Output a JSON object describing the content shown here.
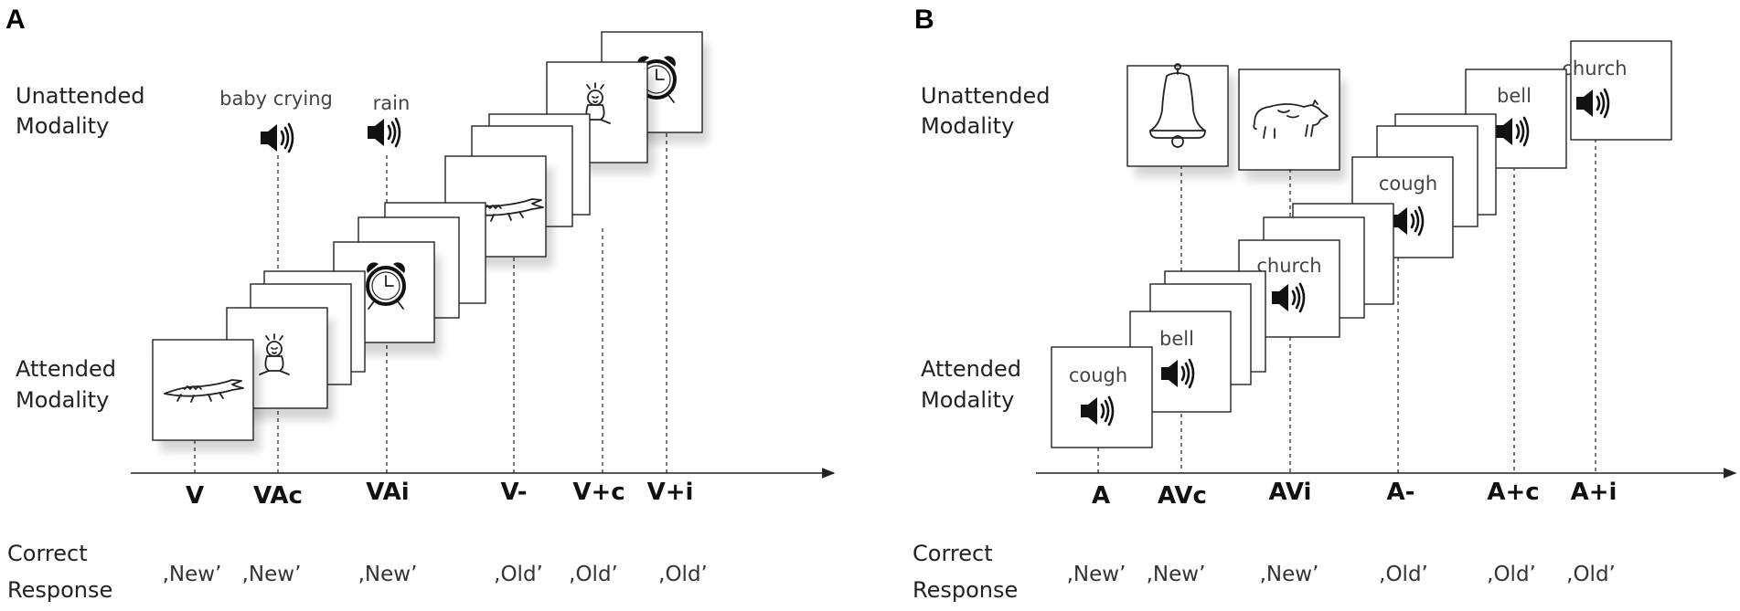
{
  "panels": [
    {
      "letter": "A",
      "unattended_label": [
        "Unattended",
        "Modality"
      ],
      "attended_label": [
        "Attended",
        "Modality"
      ],
      "response_label": [
        "Correct",
        "Response"
      ],
      "conditions": [
        "V",
        "VAc",
        "VAi",
        "V-",
        "V+c",
        "V+i"
      ],
      "responses": [
        ",New’",
        ",New’",
        ",New’",
        ",Old’",
        ",Old’",
        ",Old’"
      ],
      "unattended_captions": {
        "vac": "baby crying",
        "vai": "rain"
      },
      "icons": [
        "crocodile-icon",
        "crying-baby-icon",
        "alarm-clock-icon",
        "speaker-icon"
      ]
    },
    {
      "letter": "B",
      "unattended_label": [
        "Unattended",
        "Modality"
      ],
      "attended_label": [
        "Attended",
        "Modality"
      ],
      "response_label": [
        "Correct",
        "Response"
      ],
      "conditions": [
        "A",
        "AVc",
        "AVi",
        "A-",
        "A+c",
        "A+i"
      ],
      "responses": [
        ",New’",
        ",New’",
        ",New’",
        ",Old’",
        ",Old’",
        ",Old’"
      ],
      "card_captions": {
        "a": "cough",
        "avc": "bell",
        "avi": "church",
        "aminus": "cough",
        "aplusc": "bell",
        "aplusi": "church"
      },
      "icons": [
        "bell-icon",
        "bear-icon",
        "speaker-icon"
      ]
    }
  ]
}
